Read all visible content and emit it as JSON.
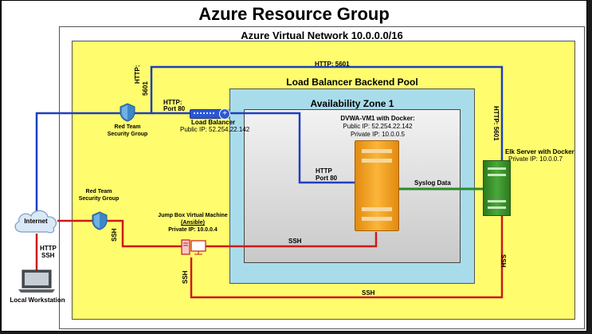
{
  "title": "Azure Resource Group",
  "vnet_label": "Azure Virtual Network 10.0.0.0/16",
  "backend_pool_label": "Load Balancer Backend Pool",
  "availability_zone_label": "Availability Zone 1",
  "dvwa": {
    "name": "DVWA-VM1 with Docker:",
    "public_ip": "Public IP: 52.254.22.142",
    "private_ip": "Private IP: 10.0.0.5"
  },
  "elk": {
    "name": "Elk Server with Docker",
    "private_ip": "Private IP: 10.0.0.7"
  },
  "load_balancer": {
    "name": "Load Balancer",
    "public_ip": "Public IP: 52.254.22.142"
  },
  "jump_box": {
    "name": "Jump Box Virtual Machine",
    "subtitle": "(Ansible)",
    "private_ip": "Private IP: 10.0.0.4"
  },
  "nsg_top": {
    "line1": "Red Team",
    "line2": "Security Group"
  },
  "nsg_left": {
    "line1": "Red Team",
    "line2": "Security Group"
  },
  "internet_label": "Internet",
  "workstation_label": "Local Workstation",
  "connections": {
    "http_5601_top": "HTTP: 5601",
    "http_5601_left_a": "HTTP:",
    "http_5601_left_b": "5601",
    "http_5601_right": "HTTP: 5601",
    "http_port80_lb_a": "HTTP:",
    "http_port80_lb_b": "Port 80",
    "http_port80_dvwa_a": "HTTP",
    "http_port80_dvwa_b": "Port 80",
    "syslog": "Syslog Data",
    "ssh_jump_dvwa": "SSH",
    "ssh_bottom": "SSH",
    "ssh_right": "SSH",
    "ssh_left_jump": "SSH",
    "ssh_jump_down": "SSH",
    "http_ssh_a": "HTTP",
    "http_ssh_b": "SSH"
  },
  "colors": {
    "http_line": "#1f3fbf",
    "ssh_line": "#cc1a1a",
    "syslog_line": "#2a8a2a",
    "yellow": "#fffd6e",
    "pool_blue": "#a9dcea",
    "server_orange": "#f7a21e",
    "server_green": "#3f9a2e"
  },
  "icons": {
    "shield": "shield-icon",
    "cloud": "cloud-icon",
    "laptop": "laptop-icon",
    "server": "server-icon",
    "load_balancer": "load-balancer-icon",
    "jump_box": "jump-box-icon"
  }
}
